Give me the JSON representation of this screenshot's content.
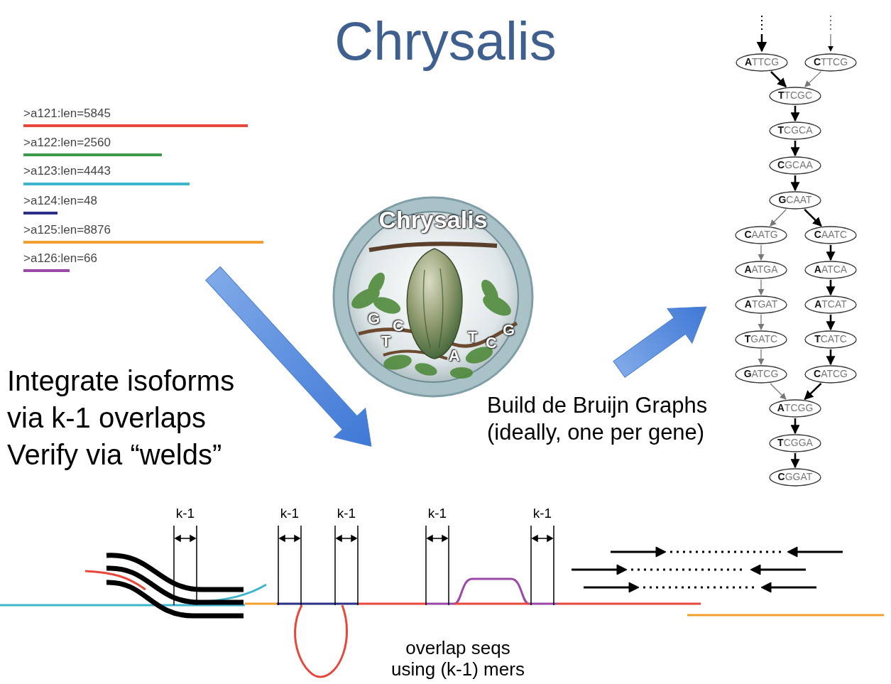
{
  "diagram": {
    "title": "Chrysalis",
    "nodes": [
      {
        "text": [
          "ATTCG"
        ]
      },
      {
        "text": [
          "CTTCG"
        ]
      },
      {
        "text": [
          "TTCGC"
        ]
      },
      {
        "text": [
          "TCGCA"
        ]
      },
      {
        "text": [
          "CGCAA"
        ]
      },
      {
        "text": [
          "GCAAT"
        ]
      },
      {
        "text": [
          "CAATG"
        ]
      },
      {
        "text": [
          "CAATC"
        ]
      },
      {
        "text": [
          "AATGA"
        ]
      },
      {
        "text": [
          "AATCA"
        ]
      },
      {
        "text": [
          "ATGAT"
        ]
      },
      {
        "text": [
          "ATCAT"
        ]
      },
      {
        "text": [
          "TGATC"
        ]
      },
      {
        "text": [
          "TCATC"
        ]
      },
      {
        "text": [
          "GATCG"
        ]
      },
      {
        "text": [
          "CATCG"
        ]
      },
      {
        "text": [
          "ATCGG"
        ]
      },
      {
        "text": [
          "TCGGA"
        ]
      },
      {
        "text": [
          "CGGAT"
        ]
      }
    ],
    "edges": [
      {
        "from": 0,
        "to": 2,
        "arrow": "to"
      },
      {
        "from": 1,
        "to": 2,
        "arrow": "to"
      },
      {
        "from": 2,
        "to": 3,
        "arrow": "to"
      },
      {
        "from": 3,
        "to": 4,
        "arrow": "to"
      },
      {
        "from": 4,
        "to": 5,
        "arrow": "to"
      },
      {
        "from": 5,
        "to": 6,
        "arrow": "to"
      },
      {
        "from": 5,
        "to": 7,
        "arrow": "to"
      },
      {
        "from": 6,
        "to": 8,
        "arrow": "to"
      },
      {
        "from": 8,
        "to": 10,
        "arrow": "to"
      },
      {
        "from": 10,
        "to": 12,
        "arrow": "to"
      },
      {
        "from": 12,
        "to": 14,
        "arrow": "to"
      },
      {
        "from": 14,
        "to": 16,
        "arrow": "to"
      },
      {
        "from": 7,
        "to": 9,
        "arrow": "to"
      },
      {
        "from": 9,
        "to": 11,
        "arrow": "to"
      },
      {
        "from": 11,
        "to": 13,
        "arrow": "to"
      },
      {
        "from": 13,
        "to": 15,
        "arrow": "to"
      },
      {
        "from": 15,
        "to": 16,
        "arrow": "to"
      },
      {
        "from": 16,
        "to": 17,
        "arrow": "to"
      },
      {
        "from": 17,
        "to": 18,
        "arrow": "to"
      }
    ],
    "labels": [
      ">a121:len=5845",
      ">a122:len=2560",
      ">a123:len=4443",
      ">a124:len=48",
      ">a125:len=8876",
      ">a126:len=66",
      "Chrysalis",
      "G",
      "C",
      "T",
      "A",
      "T",
      "C",
      "G",
      "Integrate isoforms via k-1 overlaps",
      "Verify via “welds”",
      "Build de Bruijn Graphs (ideally, one per gene)",
      "k-1",
      "k-1",
      "k-1",
      "k-1",
      "k-1",
      "overlap seqs using (k-1) mers"
    ]
  }
}
